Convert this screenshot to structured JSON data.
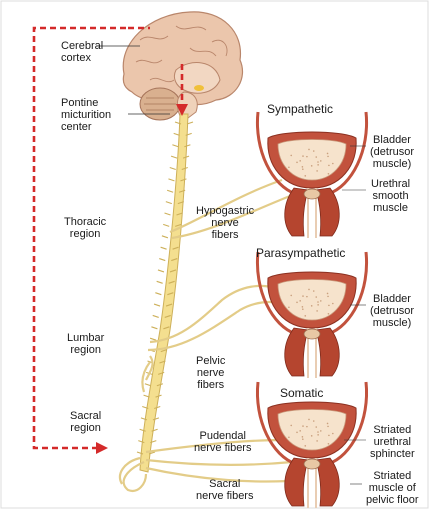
{
  "brain_labels": {
    "cerebral_cortex": [
      "Cerebral",
      "cortex"
    ],
    "pontine_center": [
      "Pontine",
      "micturition",
      "center"
    ]
  },
  "region_labels": {
    "thoracic": [
      "Thoracic",
      "region"
    ],
    "lumbar": [
      "Lumbar",
      "region"
    ],
    "sacral": [
      "Sacral",
      "region"
    ]
  },
  "nerve_labels": {
    "hypogastric": [
      "Hypogastric",
      "nerve",
      "fibers"
    ],
    "pelvic": [
      "Pelvic",
      "nerve",
      "fibers"
    ],
    "pudendal": [
      "Pudendal",
      "nerve fibers"
    ],
    "sacral": [
      "Sacral",
      "nerve fibers"
    ]
  },
  "panels": [
    {
      "title": "Sympathetic",
      "labels": [
        [
          "Bladder",
          "(detrusor",
          "muscle)"
        ],
        [
          "Urethral",
          "smooth",
          "muscle"
        ]
      ]
    },
    {
      "title": "Parasympathetic",
      "labels": [
        [
          "Bladder",
          "(detrusor",
          "muscle)"
        ]
      ]
    },
    {
      "title": "Somatic",
      "labels": [
        [
          "Striated",
          "urethral",
          "sphincter"
        ],
        [
          "Striated",
          "muscle of",
          "pelvic floor"
        ]
      ]
    }
  ],
  "colors": {
    "dashed_pathway": "#d42a2a",
    "spinal_cord": "#f4df8f",
    "nerve": "#e3cc88",
    "brain": "#e9c3a8",
    "bladder_wall": "#c2523d",
    "bladder_fill": "#f6e3cc"
  }
}
